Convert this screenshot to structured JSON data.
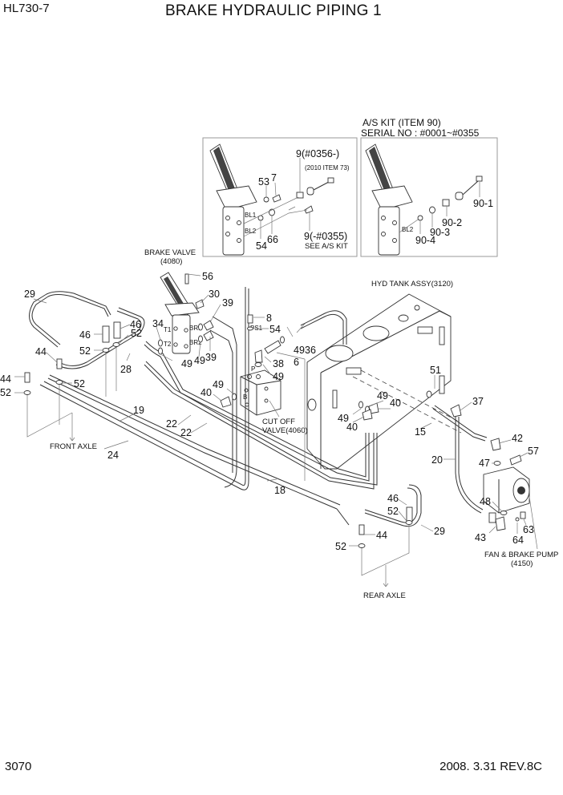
{
  "header": {
    "model": "HL730-7",
    "title": "BRAKE HYDRAULIC PIPING 1"
  },
  "footer": {
    "page": "3070",
    "revision": "2008. 3.31  REV.8C"
  },
  "insets": {
    "left": {
      "callouts": {
        "c53": "53",
        "c7": "7",
        "c9a": "9(#0356-)",
        "c9a_note": "(2010 ITEM 73)",
        "c54": "54",
        "c66": "66",
        "c9b": "9(-#0355)",
        "c9b_note": "SEE A/S KIT",
        "bl1": "BL1",
        "bl2": "BL2"
      }
    },
    "right": {
      "title": "A/S KIT (ITEM 90)",
      "serial": "SERIAL NO : #0001~#0355",
      "callouts": {
        "c901": "90-1",
        "c902": "90-2",
        "c903": "90-3",
        "c904": "90-4",
        "bl2": "BL2"
      }
    }
  },
  "assemblies": {
    "brake_valve": "BRAKE VALVE",
    "brake_valve_no": "(4080)",
    "hyd_tank": "HYD TANK ASSY(3120)",
    "cut_off_1": "CUT OFF",
    "cut_off_2": "VALVE(4060)",
    "pump_1": "FAN & BRAKE PUMP",
    "pump_2": "(4150)",
    "front_axle": "FRONT AXLE",
    "rear_axle": "REAR AXLE"
  },
  "ports": {
    "t1": "T1",
    "t2": "T2",
    "br1": "BR1",
    "br2": "BR2",
    "ps1": "PS1",
    "p": "P",
    "b": "B"
  },
  "callouts": {
    "n56": "56",
    "n30": "30",
    "n39a": "39",
    "n39b": "39",
    "n8": "8",
    "n54": "54",
    "n29a": "29",
    "n46a": "46",
    "n46b": "46",
    "n52a": "52",
    "n52b": "52",
    "n52c": "52",
    "n52d": "52",
    "n34": "34",
    "n49a": "49",
    "n49b": "49",
    "n28": "28",
    "n44a": "44",
    "n44b": "44",
    "n36": "36",
    "n49c": "49",
    "n6": "6",
    "n38": "38",
    "n49d": "49",
    "n49e": "49",
    "n40a": "40",
    "n19": "19",
    "n22a": "22",
    "n22b": "22",
    "n24": "24",
    "n18": "18",
    "n51": "51",
    "n49f": "49",
    "n40b": "40",
    "n49g": "49",
    "n40c": "40",
    "n37": "37",
    "n15": "15",
    "n20": "20",
    "n42": "42",
    "n47": "47",
    "n57": "57",
    "n48": "48",
    "n43": "43",
    "n64": "64",
    "n63": "63",
    "n46c": "46",
    "n52e": "52",
    "n29b": "29",
    "n44c": "44",
    "n52f": "52"
  }
}
